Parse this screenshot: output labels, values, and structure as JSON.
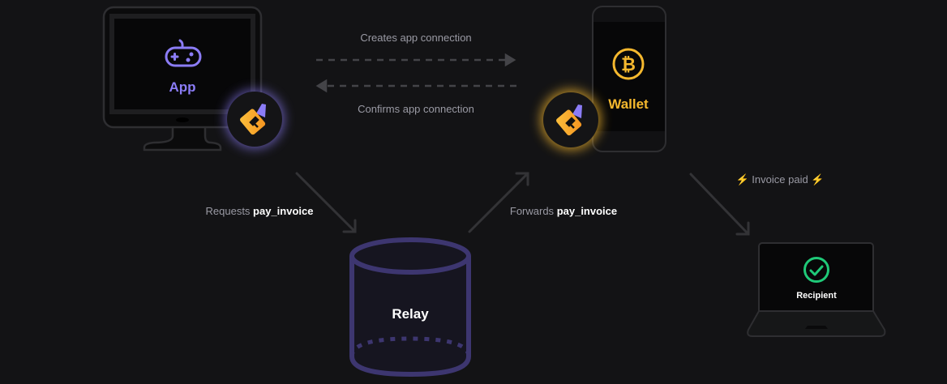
{
  "nodes": {
    "app": {
      "label": "App",
      "color": "#8b7cf6"
    },
    "wallet": {
      "label": "Wallet",
      "color": "#f5b82e"
    },
    "relay": {
      "label": "Relay",
      "color": "#3d3670"
    },
    "recipient": {
      "label": "Recipient",
      "color": "#1fc978"
    }
  },
  "edges": {
    "create": "Creates app connection",
    "confirm": "Confirms app connection",
    "request_prefix": "Requests",
    "request_cmd": "pay_invoice",
    "forward_prefix": "Forwards",
    "forward_cmd": "pay_invoice",
    "paid": "⚡ Invoice paid ⚡"
  }
}
